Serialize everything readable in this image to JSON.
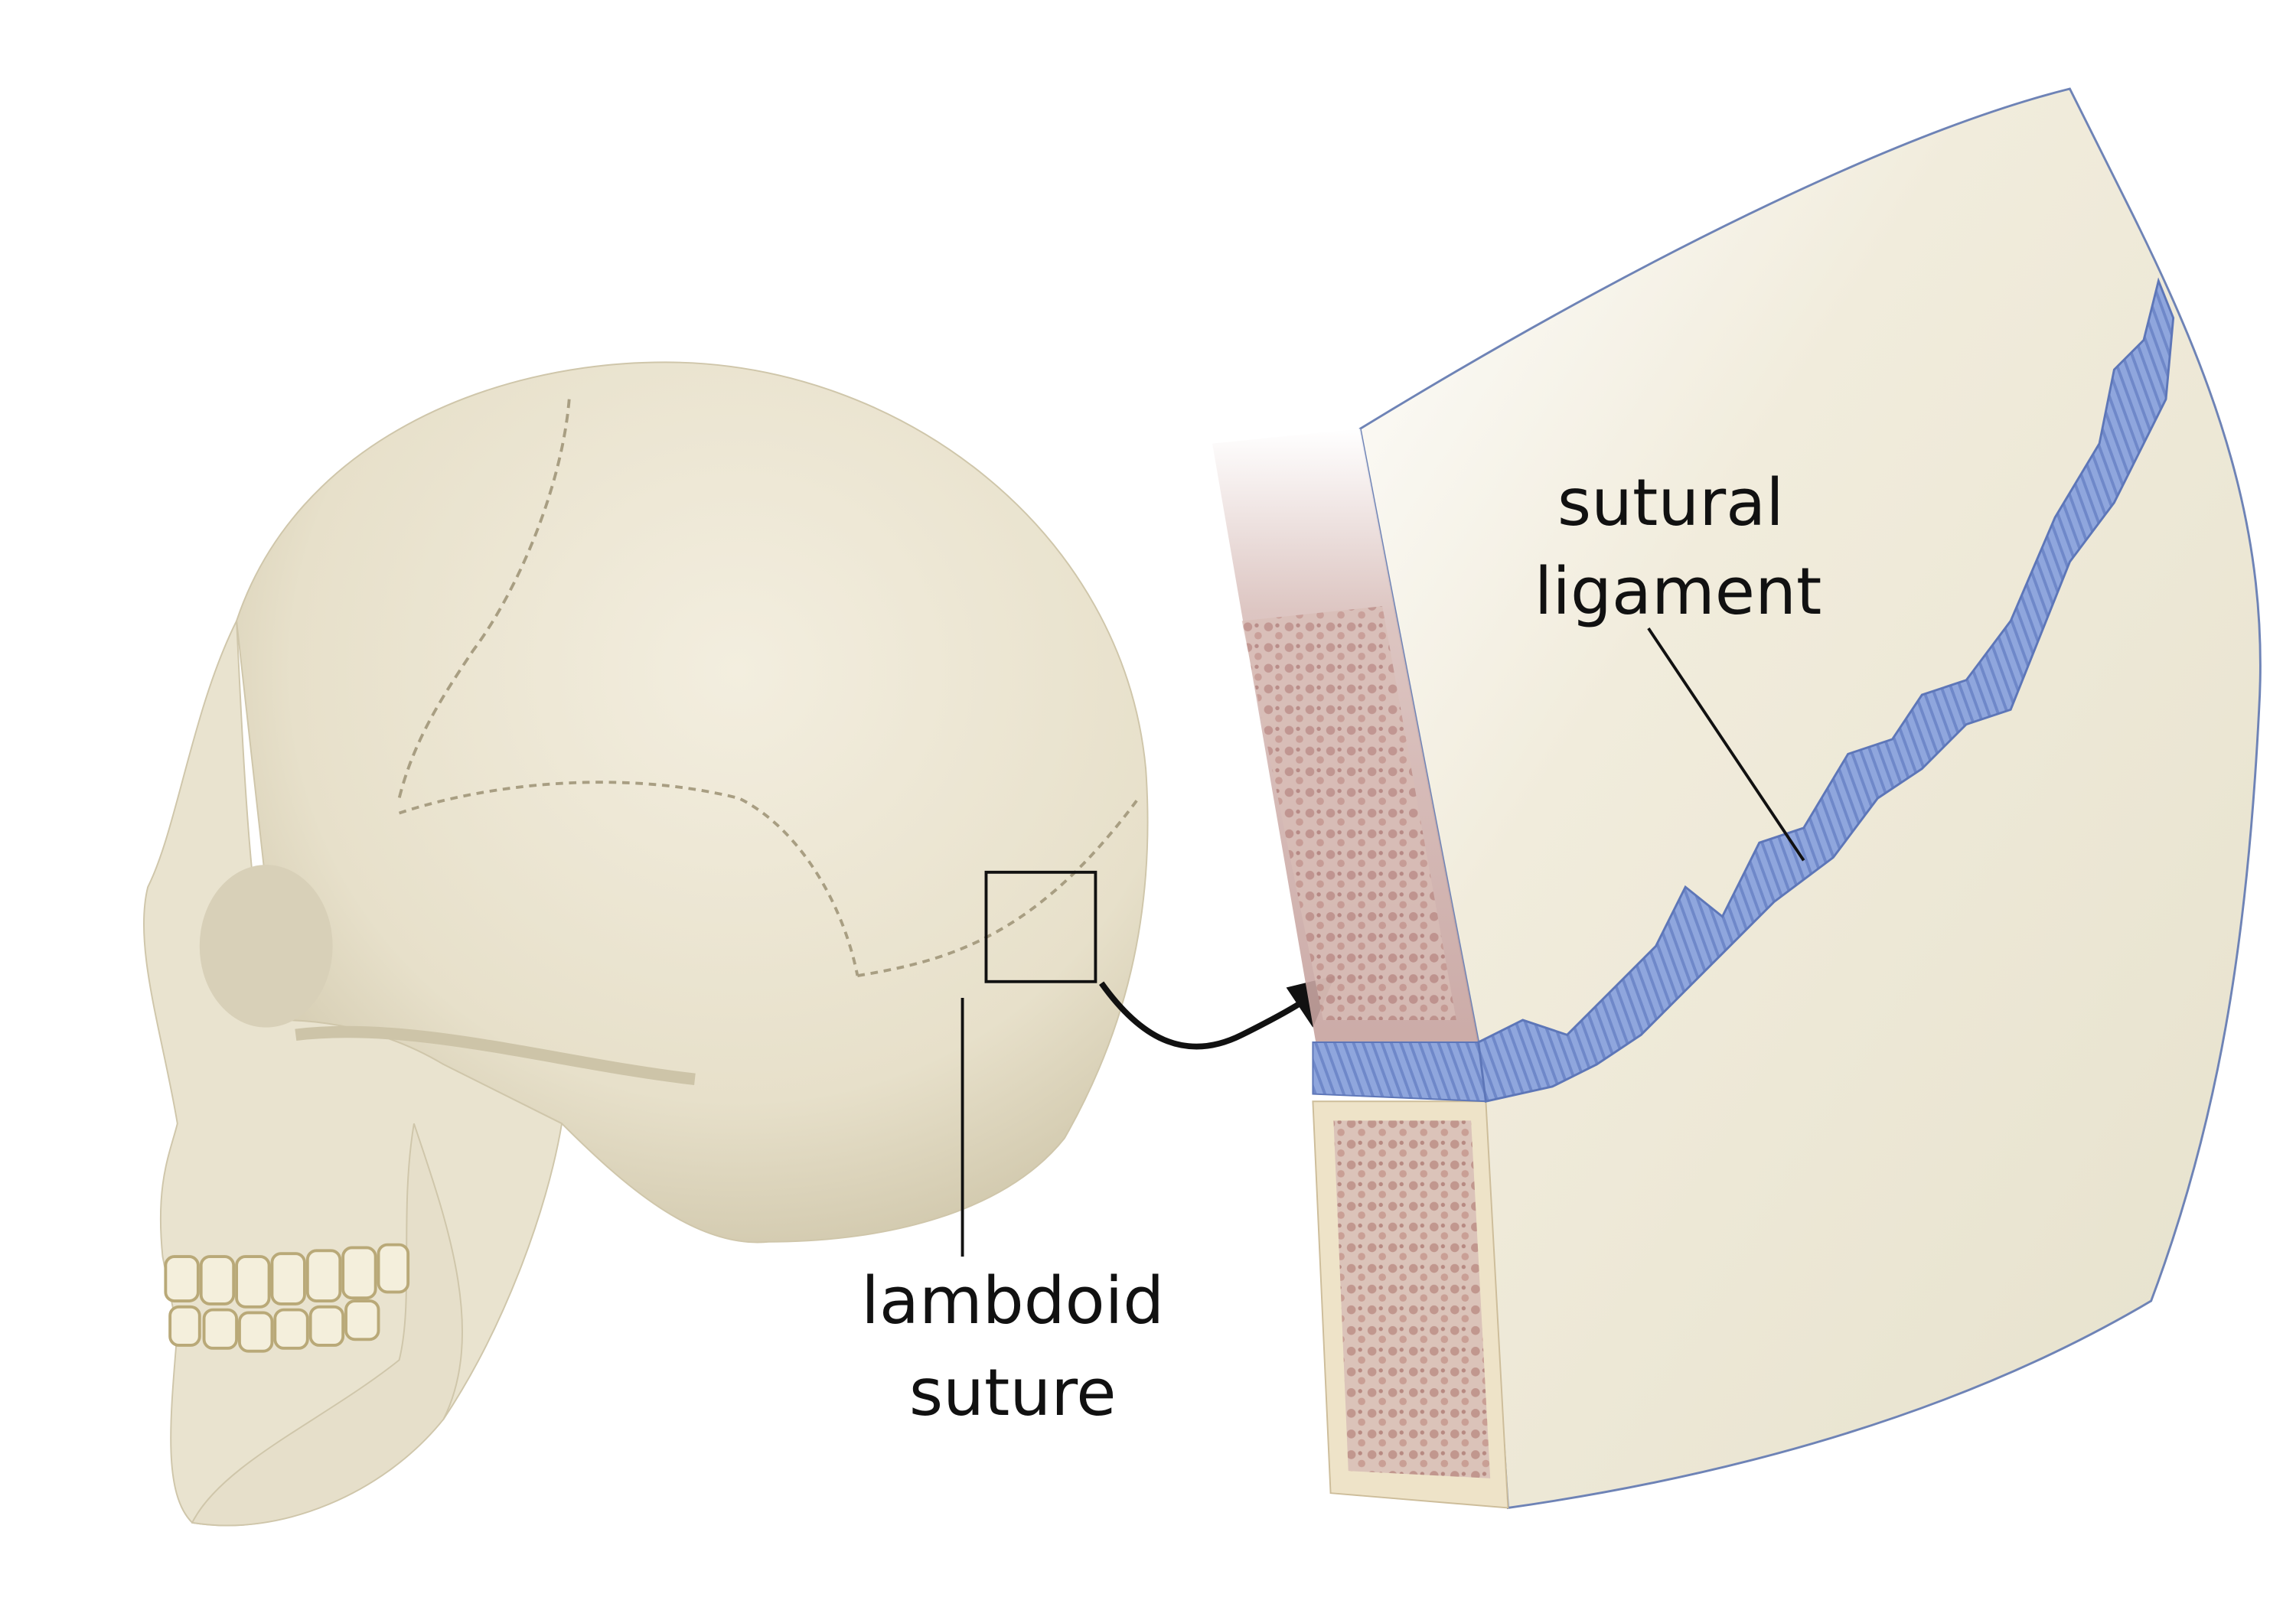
{
  "figure": {
    "labels": {
      "lambdoid_line1": "lambdoid",
      "lambdoid_line2": "suture",
      "sutural_line1": "sutural",
      "sutural_line2": "ligament"
    },
    "colors": {
      "bone": "#ece6d3",
      "bone_shadow": "#d9d1b8",
      "ligament": "#8ea5dc",
      "marrow": "#c9a3a0",
      "outline": "#111111"
    }
  }
}
